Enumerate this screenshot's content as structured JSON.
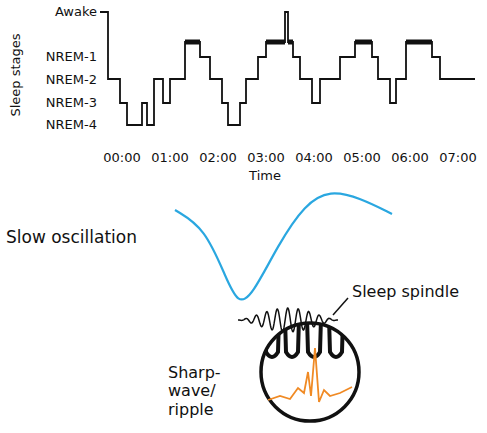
{
  "diagram": {
    "labels": [
      "Awake",
      "NREM-1",
      "NREM-2",
      "NREM-3",
      "NREM-4",
      "Sleep stages",
      "00:00",
      "01:00",
      "02:00",
      "03:00",
      "04:00",
      "05:00",
      "06:00",
      "07:00",
      "Time",
      "Slow oscillation",
      "Sleep spindle",
      "Sharp-wave/ ripple"
    ]
  }
}
